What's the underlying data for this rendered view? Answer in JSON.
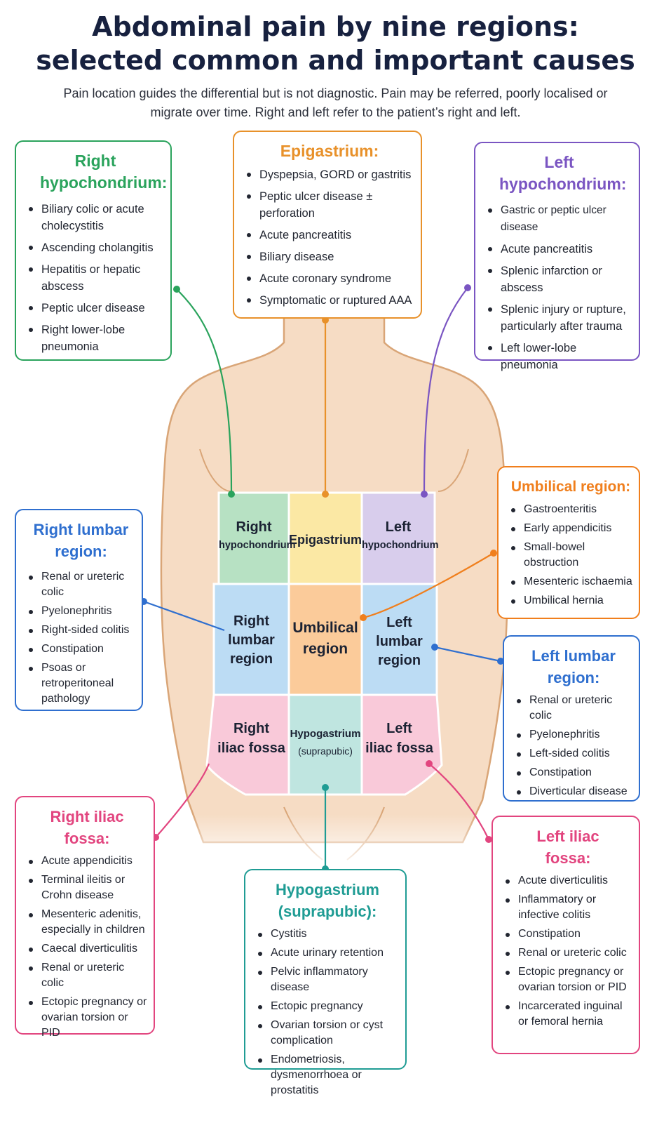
{
  "title": "Abdominal pain by nine regions: selected common and important causes",
  "subtitle": "Pain location guides the differential but is not diagnostic. Pain may be referred, poorly localised or migrate over time. Right and left refer to the patient’s right and left.",
  "colors": {
    "green": "#2aa35c",
    "orange": "#e8912a",
    "purple": "#7a55c2",
    "blue": "#2f6fcf",
    "deep_orange": "#f07f1d",
    "teal": "#1f9c94",
    "pink": "#e2457f",
    "skin": "#f6dcc4",
    "skin_outline": "#d9a577"
  },
  "grid": {
    "rh_1": "Right",
    "rh_2": "hypochondrium",
    "epi": "Epigastrium",
    "lh_1": "Left",
    "lh_2": "hypochondrium",
    "rl_1": "Right",
    "rl_2": "lumbar",
    "rl_3": "region",
    "umb_1": "Umbilical",
    "umb_2": "region",
    "ll_1": "Left",
    "ll_2": "lumbar",
    "ll_3": "region",
    "rif_1": "Right",
    "rif_2": "iliac fossa",
    "hypo_1": "Hypogastrium",
    "hypo_2": "(suprapubic)",
    "lif_1": "Left",
    "lif_2": "iliac fossa"
  },
  "boxes": {
    "right_hypochondrium": {
      "title": "Right hypochondrium:",
      "items": [
        "Biliary colic or acute cholecystitis",
        "Ascending cholangitis",
        "Hepatitis or hepatic abscess",
        "Peptic ulcer disease",
        "Right lower-lobe pneumonia"
      ]
    },
    "epigastrium": {
      "title": "Epigastrium:",
      "items": [
        "Dyspepsia, GORD or gastritis",
        "Peptic ulcer disease ± perforation",
        "Acute pancreatitis",
        "Biliary disease",
        "Acute coronary syndrome",
        "Symptomatic or ruptured AAA"
      ]
    },
    "left_hypochondrium": {
      "title": "Left hypochondrium:",
      "items": [
        "Gastric or peptic ulcer disease",
        "Acute pancreatitis",
        "Splenic infarction or abscess",
        "Splenic injury or rupture, particularly after trauma",
        "Left lower-lobe pneumonia"
      ]
    },
    "umbilical": {
      "title": "Umbilical region:",
      "items": [
        "Gastroenteritis",
        "Early appendicitis",
        "Small-bowel obstruction",
        "Mesenteric ischaemia",
        "Umbilical hernia"
      ]
    },
    "right_lumbar": {
      "title": "Right lumbar region:",
      "items": [
        "Renal or ureteric colic",
        "Pyelonephritis",
        "Right-sided colitis",
        "Constipation",
        "Psoas or retroperitoneal pathology"
      ]
    },
    "left_lumbar": {
      "title": "Left lumbar region:",
      "items": [
        "Renal or ureteric colic",
        "Pyelonephritis",
        "Left-sided colitis",
        "Constipation",
        "Diverticular disease"
      ]
    },
    "right_iliac": {
      "title": "Right iliac fossa:",
      "items": [
        "Acute appendicitis",
        "Terminal ileitis or Crohn disease",
        "Mesenteric adenitis, especially in children",
        "Caecal diverticulitis",
        "Renal or ureteric colic",
        "Ectopic pregnancy or ovarian torsion or PID"
      ]
    },
    "hypogastrium": {
      "title": "Hypogastrium (suprapubic):",
      "items": [
        "Cystitis",
        "Acute urinary retention",
        "Pelvic inflammatory disease",
        "Ectopic pregnancy",
        "Ovarian torsion or cyst complication",
        "Endometriosis, dysmenorrhoea or prostatitis"
      ]
    },
    "left_iliac": {
      "title": "Left iliac fossa:",
      "items": [
        "Acute diverticulitis",
        "Inflammatory or infective colitis",
        "Constipation",
        "Renal or ureteric colic",
        "Ectopic pregnancy or ovarian torsion or PID",
        "Incarcerated inguinal or femoral hernia"
      ]
    }
  }
}
